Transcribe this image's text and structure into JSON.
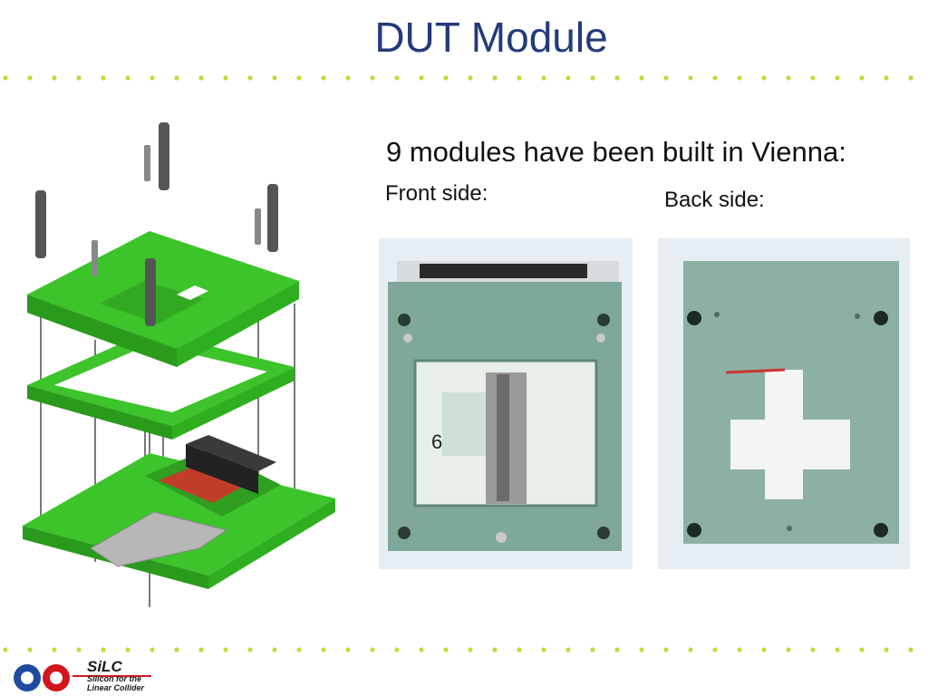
{
  "slide": {
    "title": "DUT Module",
    "subtitle": "9 modules have been built in Vienna:",
    "front_label": "Front side:",
    "back_label": "Back side:",
    "module_number": "6"
  },
  "logo": {
    "name": "SiLC",
    "tagline_line1": "Silicon for the",
    "tagline_line2": "Linear Collider"
  },
  "colors": {
    "title": "#243a7a",
    "dots": "#c5d93a",
    "pcb_green": "#33b821",
    "fr4_green": "#7fa89a",
    "logo_blue": "#1f4aa0",
    "logo_red": "#d4151d"
  }
}
